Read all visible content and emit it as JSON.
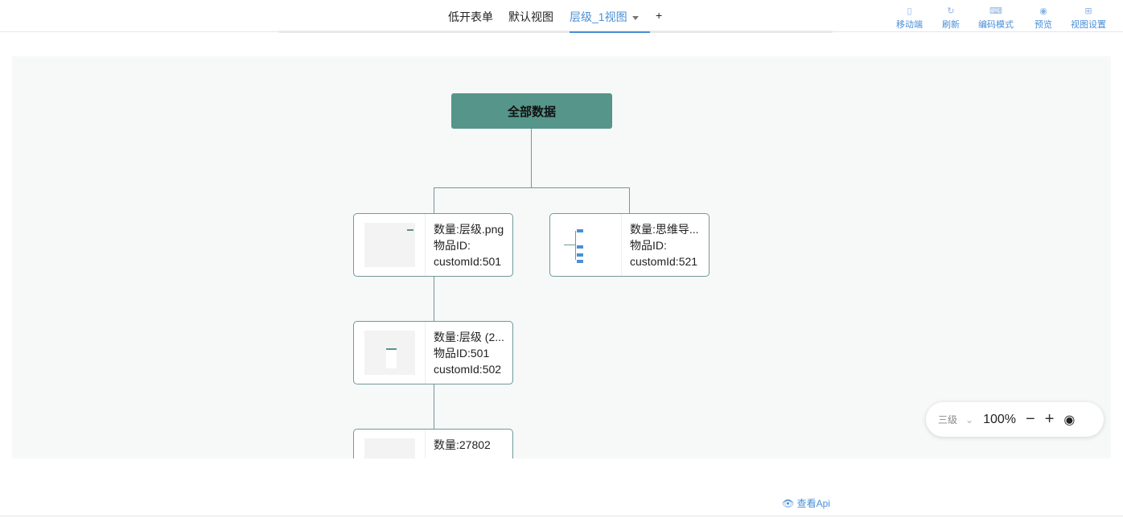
{
  "tabs": [
    {
      "label": "低开表单"
    },
    {
      "label": "默认视图"
    },
    {
      "label": "层级_1视图",
      "active": true
    },
    {
      "label": "+"
    }
  ],
  "toolbar": [
    {
      "label": "移动端",
      "icon": "mobile-icon"
    },
    {
      "label": "刷新",
      "icon": "refresh-icon"
    },
    {
      "label": "编码模式",
      "icon": "code-icon"
    },
    {
      "label": "预览",
      "icon": "preview-icon"
    },
    {
      "label": "视图设置",
      "icon": "grid-icon"
    }
  ],
  "tree": {
    "root": "全部数据",
    "nodes": [
      {
        "line1": "数量:层级.png",
        "line2": "物品ID:",
        "line3": "customId:501"
      },
      {
        "line1": "数量:思维导...",
        "line2": "物品ID:",
        "line3": "customId:521"
      },
      {
        "line1": "数量:层级 (2...",
        "line2": "物品ID:501",
        "line3": "customId:502"
      },
      {
        "line1": "数量:27802",
        "line2": "",
        "line3": ""
      }
    ]
  },
  "zoom": {
    "level": "三级",
    "percent": "100%",
    "minus": "−",
    "plus": "+"
  },
  "footer": {
    "api_link": "查看Api"
  },
  "colors": {
    "accent": "#4a8fd8",
    "root_node": "#56958a",
    "node_border": "#6f9a98"
  }
}
